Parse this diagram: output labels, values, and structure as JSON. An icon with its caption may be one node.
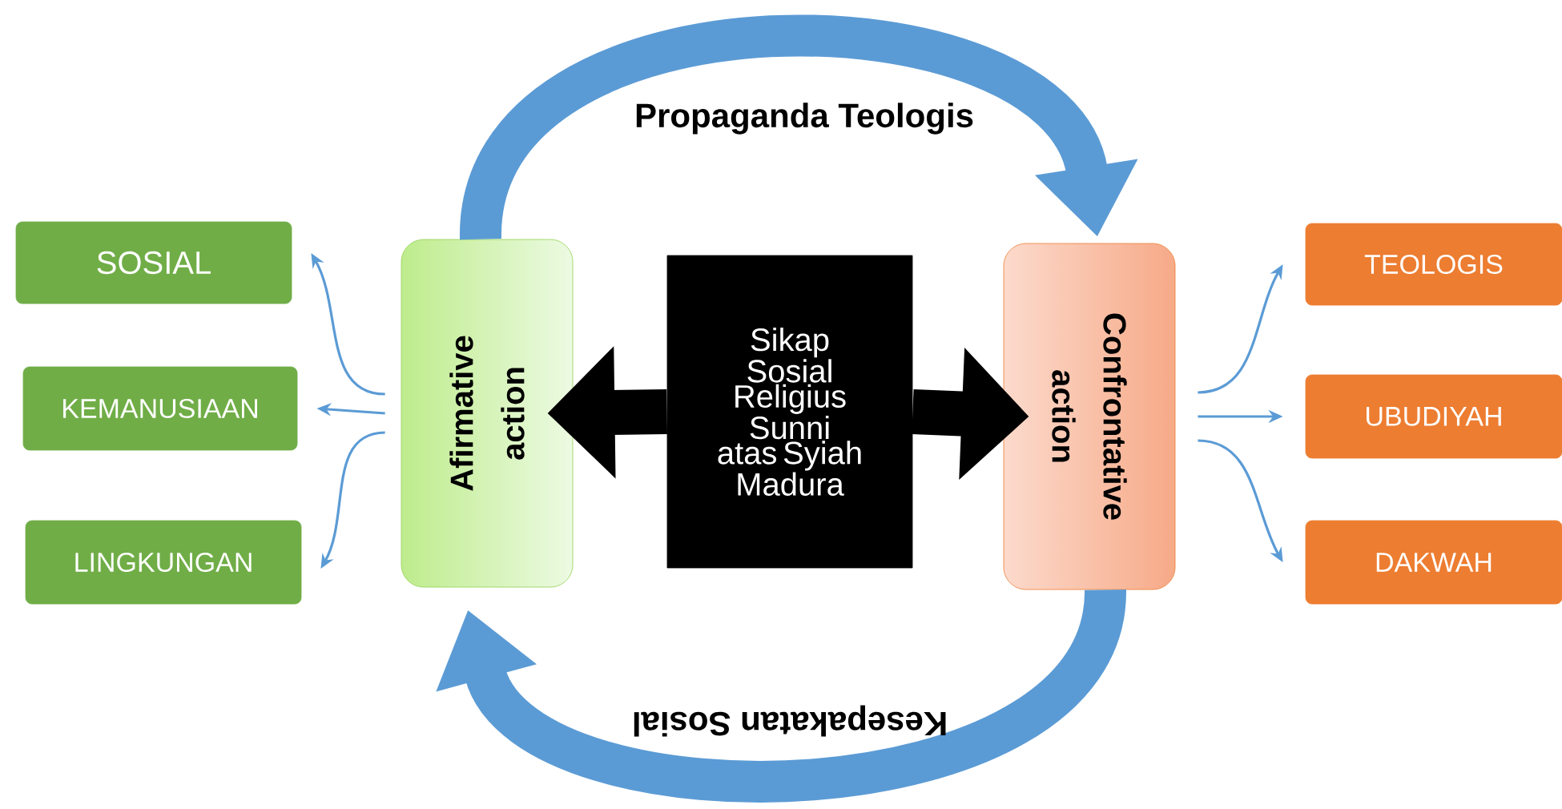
{
  "diagram": {
    "nodes": [
      {
        "text": [
          "SOSIAL"
        ]
      },
      {
        "text": [
          "KEMANUSIAAN"
        ]
      },
      {
        "text": [
          "LINGKUNGAN"
        ]
      },
      {
        "text": [
          "Afirmative action"
        ]
      },
      {
        "text": [
          "Sikap Sosial Religius Sunni atas Syiah Madura"
        ]
      },
      {
        "text": [
          "Confrontative action"
        ]
      },
      {
        "text": [
          "TEOLOGIS"
        ]
      },
      {
        "text": [
          "UBUDIYAH"
        ]
      },
      {
        "text": [
          "DAKWAH"
        ]
      }
    ],
    "edges": [
      {
        "from": 3,
        "to": 0,
        "arrow": "to"
      },
      {
        "from": 3,
        "to": 1,
        "arrow": "to"
      },
      {
        "from": 3,
        "to": 2,
        "arrow": "to"
      },
      {
        "from": 5,
        "to": 6,
        "arrow": "to"
      },
      {
        "from": 5,
        "to": 7,
        "arrow": "to"
      },
      {
        "from": 5,
        "to": 8,
        "arrow": "to"
      },
      {
        "from": 4,
        "to": 3,
        "arrow": "to",
        "style": "thick",
        "color": "#000000"
      },
      {
        "from": 4,
        "to": 5,
        "arrow": "to",
        "style": "thick",
        "color": "#000000"
      },
      {
        "from": 3,
        "to": 5,
        "arrow": "to",
        "style": "thick",
        "label": "Propaganda Teologis"
      },
      {
        "from": 5,
        "to": 3,
        "arrow": "to",
        "style": "thick",
        "label": "Kesepakatan Sosial"
      }
    ]
  }
}
